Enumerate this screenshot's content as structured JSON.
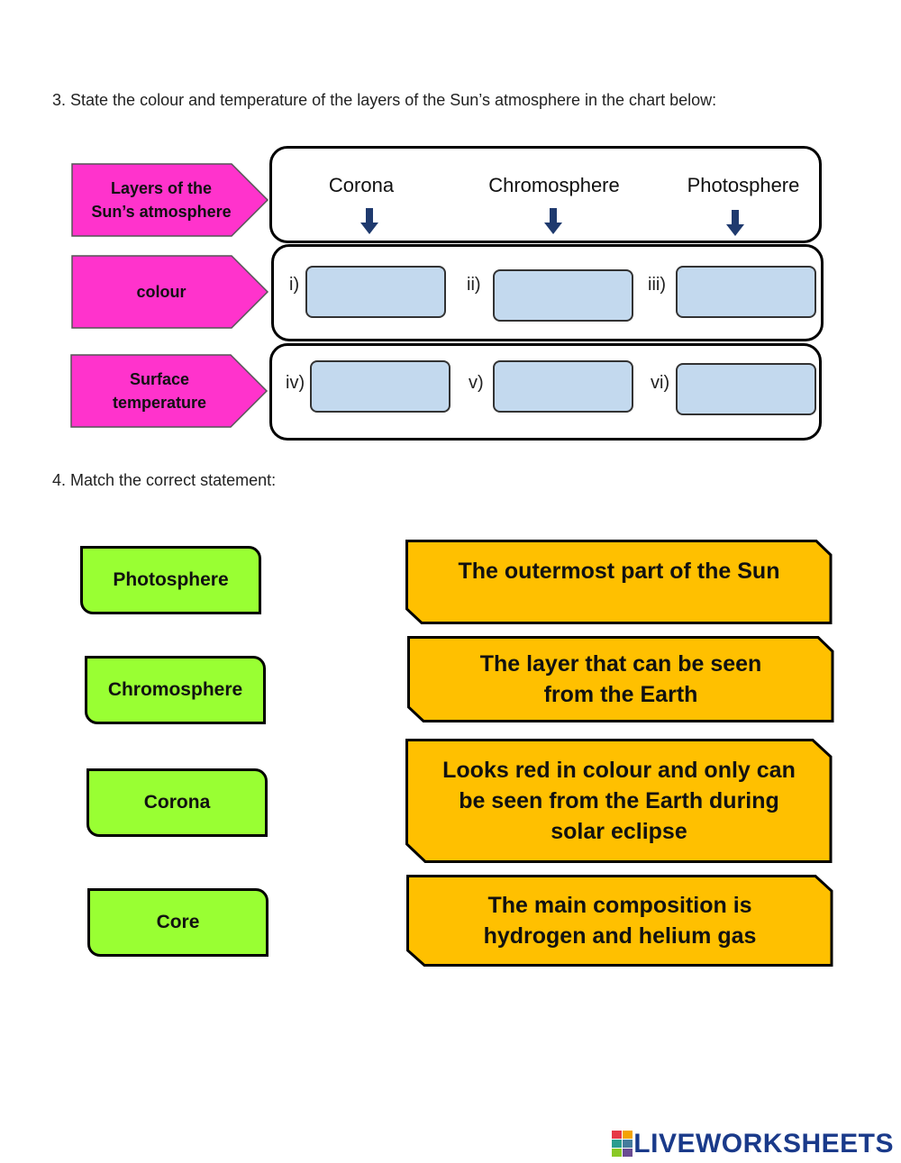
{
  "q3": {
    "text": "3. State the colour and temperature of the layers of the Sun’s atmosphere in the chart below:"
  },
  "chart": {
    "row_labels": [
      "Layers of the\nSun’s atmosphere",
      "colour",
      "Surface\ntemperature"
    ],
    "layers": [
      "Corona",
      "Chromosphere",
      "Photosphere"
    ],
    "colour_markers": [
      "i)",
      "ii)",
      "iii)"
    ],
    "temperature_markers": [
      "iv)",
      "v)",
      "vi)"
    ]
  },
  "q4": {
    "text": "4. Match the correct statement:"
  },
  "match": {
    "terms": [
      "Photosphere",
      "Chromosphere",
      "Corona",
      "Core"
    ],
    "statements": [
      "The outermost part of the Sun",
      "The layer that can be seen from the Earth",
      "Looks red in colour and only can be seen from the Earth during solar eclipse",
      "The main composition is hydrogen and helium gas"
    ]
  },
  "logo": {
    "text": "LIVEWORKSHEETS"
  },
  "colors": {
    "pink": "#ff33cc",
    "answer": "#c3d9ee",
    "green": "#99ff33",
    "orange": "#ffc000",
    "arrow": "#1f3a6e"
  }
}
